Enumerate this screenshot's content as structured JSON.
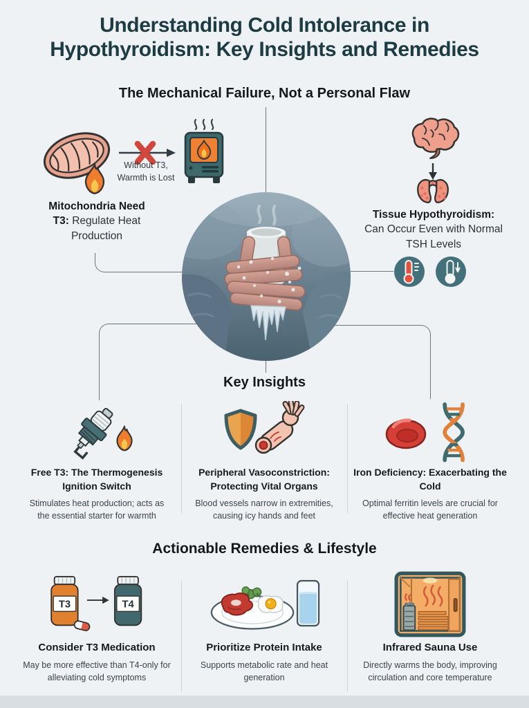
{
  "header": {
    "title_line1": "Understanding Cold Intolerance in",
    "title_line2": "Hypothyroidism: Key Insights and Remedies"
  },
  "mechanical_section": {
    "heading": "The Mechanical Failure, Not a Personal Flaw",
    "left": {
      "icons": [
        "mitochondria-icon",
        "flame-icon",
        "blocked-arrow-icon",
        "heater-icon"
      ],
      "arrow_label_line1": "Without T3,",
      "arrow_label_line2": "Warmth is Lost",
      "caption_bold": "Mitochondria Need T3:",
      "caption_rest": " Regulate Heat Production"
    },
    "right": {
      "icons": [
        "brain-icon",
        "down-arrow-icon",
        "thyroid-icon",
        "thermometer-high-icon",
        "thermometer-low-icon"
      ],
      "caption_bold": "Tissue Hypothyroidism:",
      "caption_rest": " Can Occur Even with Normal TSH Levels"
    },
    "photo": "cold-hands-holding-frosty-mug"
  },
  "key_insights": {
    "heading": "Key Insights",
    "items": [
      {
        "icons": [
          "spark-plug-icon",
          "flame-icon"
        ],
        "title": "Free T3: The Thermogenesis Ignition Switch",
        "body": "Stimulates heat production; acts as the essential starter for warmth"
      },
      {
        "icons": [
          "shield-icon",
          "hand-vessel-icon"
        ],
        "title": "Peripheral Vasoconstriction: Protecting Vital Organs",
        "body": "Blood vessels narrow in extremities, causing icy hands and feet"
      },
      {
        "icons": [
          "red-blood-cell-icon",
          "dna-icon"
        ],
        "title": "Iron Deficiency: Exacerbating the Cold",
        "body": "Optimal ferritin levels are crucial for effective heat generation"
      }
    ]
  },
  "remedies": {
    "heading": "Actionable Remedies & Lifestyle",
    "items": [
      {
        "icons": [
          "medication-bottles-icon",
          "arrow-icon",
          "capsule-icon"
        ],
        "bottle_left_label": "T3",
        "bottle_right_label": "T4",
        "title": "Consider T3 Medication",
        "body": "May be more effective than T4-only for alleviating cold symptoms"
      },
      {
        "icons": [
          "protein-plate-icon",
          "glass-icon"
        ],
        "title": "Prioritize Protein Intake",
        "body": "Supports metabolic rate and heat generation"
      },
      {
        "icons": [
          "sauna-icon"
        ],
        "title": "Infrared Sauna Use",
        "body": "Directly warms the body, improving circulation and core temperature"
      }
    ]
  },
  "colors": {
    "background": "#eff2f4",
    "title_teal": "#1d3b42",
    "accent_teal": "#3f6b6e",
    "accent_orange": "#ee7f2f",
    "accent_red": "#cf473d",
    "text_dark": "#15191e",
    "text_body": "#3a434c"
  }
}
